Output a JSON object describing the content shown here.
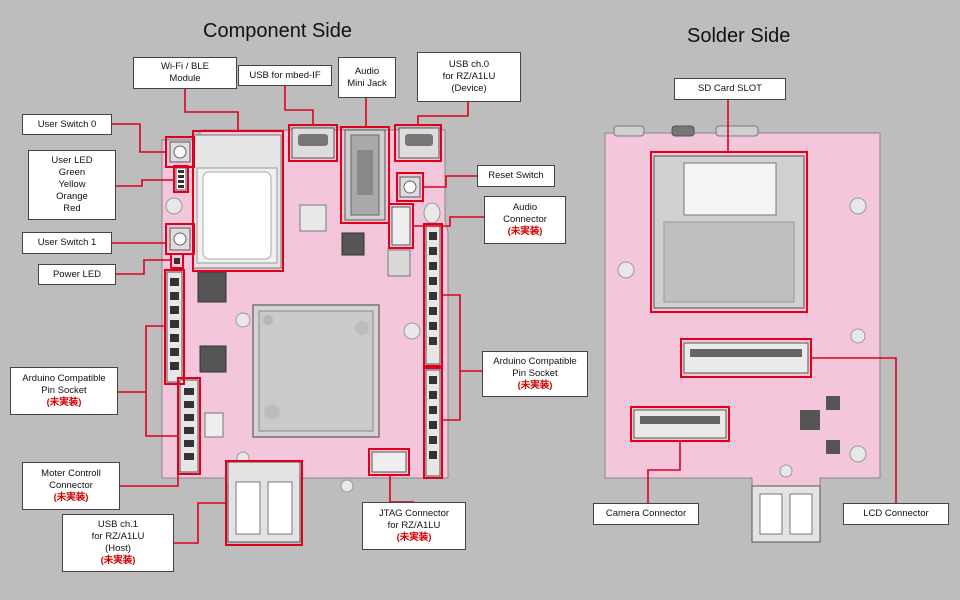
{
  "titles": {
    "component": "Component Side",
    "solder": "Solder Side"
  },
  "labels": {
    "wifi": [
      "Wi-Fi / BLE",
      "Module"
    ],
    "usb_mbed": [
      "USB for mbed-IF"
    ],
    "audio_jack": [
      "Audio",
      "Mini Jack"
    ],
    "usb0": [
      "USB ch.0",
      "for RZ/A1LU",
      "(Device)"
    ],
    "user_switch0": [
      "User Switch 0"
    ],
    "user_led": [
      "User LED",
      "Green",
      "Yellow",
      "Orange",
      "Red"
    ],
    "reset": [
      "Reset Switch"
    ],
    "audio_conn": [
      "Audio",
      "Connector"
    ],
    "user_switch1": [
      "User Switch 1"
    ],
    "power_led": [
      "Power LED"
    ],
    "arduino_left": [
      "Arduino Compatible",
      "Pin Socket"
    ],
    "arduino_right": [
      "Arduino Compatible",
      "Pin Socket"
    ],
    "motor": [
      "Moter Controll",
      "Connector"
    ],
    "usb1": [
      "USB ch.1",
      "for RZ/A1LU",
      "(Host)"
    ],
    "jtag": [
      "JTAG Connector",
      "for RZ/A1LU"
    ],
    "sd": [
      "SD Card SLOT"
    ],
    "camera": [
      "Camera Connector"
    ],
    "lcd": [
      "LCD Connector"
    ],
    "not_mounted": "(未実装)"
  },
  "colors": {
    "board": "#f4c6dc",
    "highlight": "#e0001b",
    "background": "#bdbdbd"
  }
}
